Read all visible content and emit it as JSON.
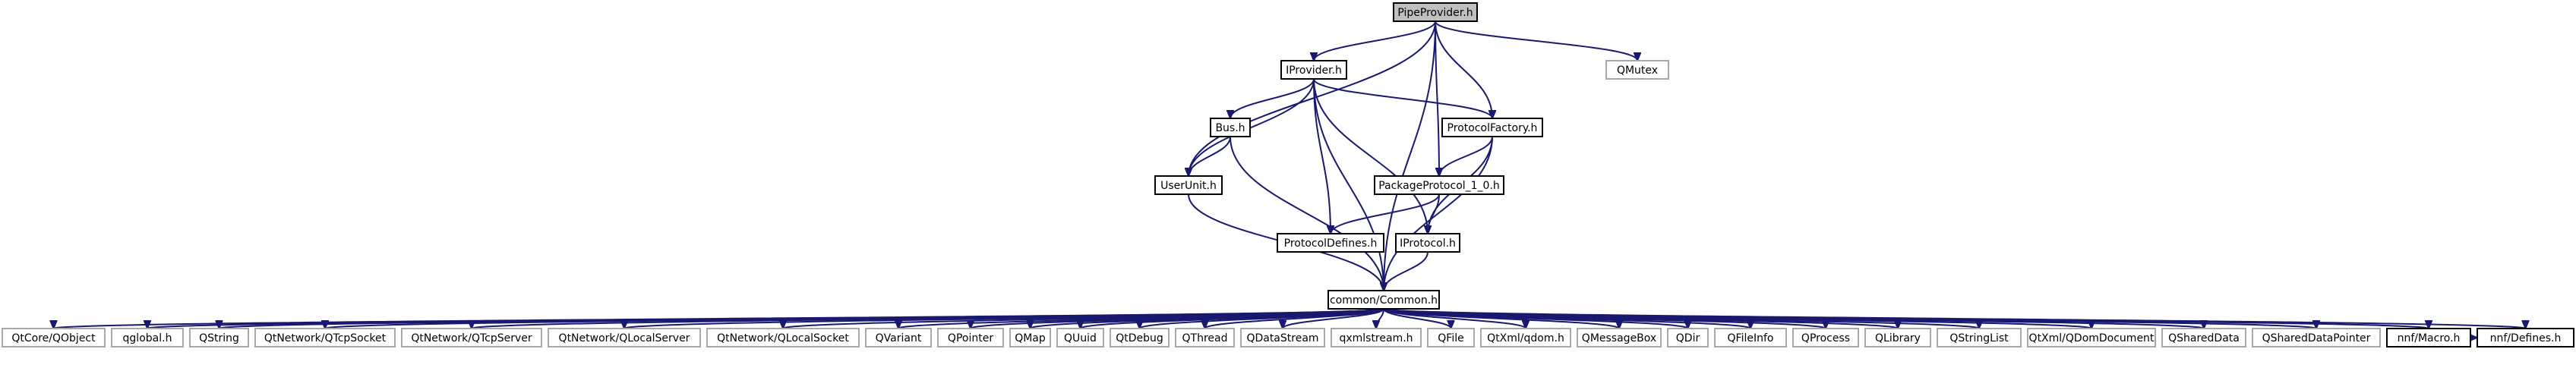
{
  "graph": {
    "edge_color": "#191970",
    "root_fill": "#bfbfbf",
    "external_border": "#a8a8a8",
    "nodes": [
      {
        "id": "pipeprovider",
        "label": "PipeProvider.h",
        "kind": "root"
      },
      {
        "id": "iprovider",
        "label": "IProvider.h",
        "kind": "documented"
      },
      {
        "id": "qmutex",
        "label": "QMutex",
        "kind": "external"
      },
      {
        "id": "bus",
        "label": "Bus.h",
        "kind": "documented"
      },
      {
        "id": "protocolfactory",
        "label": "ProtocolFactory.h",
        "kind": "documented"
      },
      {
        "id": "userunit",
        "label": "UserUnit.h",
        "kind": "documented"
      },
      {
        "id": "packageprotocol",
        "label": "PackageProtocol_1_0.h",
        "kind": "documented"
      },
      {
        "id": "protocoldefines",
        "label": "ProtocolDefines.h",
        "kind": "documented"
      },
      {
        "id": "iprotocol",
        "label": "IProtocol.h",
        "kind": "documented"
      },
      {
        "id": "common",
        "label": "common/Common.h",
        "kind": "documented"
      },
      {
        "id": "qcore_qobject",
        "label": "QtCore/QObject",
        "kind": "external"
      },
      {
        "id": "qglobal",
        "label": "qglobal.h",
        "kind": "external"
      },
      {
        "id": "qstring",
        "label": "QString",
        "kind": "external"
      },
      {
        "id": "qtcpsocket",
        "label": "QtNetwork/QTcpSocket",
        "kind": "external"
      },
      {
        "id": "qtcpserver",
        "label": "QtNetwork/QTcpServer",
        "kind": "external"
      },
      {
        "id": "qlocalserver",
        "label": "QtNetwork/QLocalServer",
        "kind": "external"
      },
      {
        "id": "qlocalsocket",
        "label": "QtNetwork/QLocalSocket",
        "kind": "external"
      },
      {
        "id": "qvariant",
        "label": "QVariant",
        "kind": "external"
      },
      {
        "id": "qpointer",
        "label": "QPointer",
        "kind": "external"
      },
      {
        "id": "qmap",
        "label": "QMap",
        "kind": "external"
      },
      {
        "id": "quuid",
        "label": "QUuid",
        "kind": "external"
      },
      {
        "id": "qtdebug",
        "label": "QtDebug",
        "kind": "external"
      },
      {
        "id": "qthread",
        "label": "QThread",
        "kind": "external"
      },
      {
        "id": "qdatastream",
        "label": "QDataStream",
        "kind": "external"
      },
      {
        "id": "qxmlstream",
        "label": "qxmlstream.h",
        "kind": "external"
      },
      {
        "id": "qfile",
        "label": "QFile",
        "kind": "external"
      },
      {
        "id": "qtxml_qdom",
        "label": "QtXml/qdom.h",
        "kind": "external"
      },
      {
        "id": "qmessagebox",
        "label": "QMessageBox",
        "kind": "external"
      },
      {
        "id": "qdir",
        "label": "QDir",
        "kind": "external"
      },
      {
        "id": "qfileinfo",
        "label": "QFileInfo",
        "kind": "external"
      },
      {
        "id": "qprocess",
        "label": "QProcess",
        "kind": "external"
      },
      {
        "id": "qlibrary",
        "label": "QLibrary",
        "kind": "external"
      },
      {
        "id": "qstringlist",
        "label": "QStringList",
        "kind": "external"
      },
      {
        "id": "qdomdocument",
        "label": "QtXml/QDomDocument",
        "kind": "external"
      },
      {
        "id": "qshareddata",
        "label": "QSharedData",
        "kind": "external"
      },
      {
        "id": "qshareddatapointer",
        "label": "QSharedDataPointer",
        "kind": "external"
      },
      {
        "id": "nnf_macro",
        "label": "nnf/Macro.h",
        "kind": "documented"
      },
      {
        "id": "nnf_defines",
        "label": "nnf/Defines.h",
        "kind": "documented"
      }
    ],
    "edges": [
      [
        "pipeprovider",
        "iprovider"
      ],
      [
        "pipeprovider",
        "qmutex"
      ],
      [
        "pipeprovider",
        "protocolfactory"
      ],
      [
        "pipeprovider",
        "userunit"
      ],
      [
        "pipeprovider",
        "packageprotocol"
      ],
      [
        "pipeprovider",
        "common"
      ],
      [
        "iprovider",
        "bus"
      ],
      [
        "iprovider",
        "protocolfactory"
      ],
      [
        "iprovider",
        "userunit"
      ],
      [
        "iprovider",
        "protocoldefines"
      ],
      [
        "iprovider",
        "iprotocol"
      ],
      [
        "iprovider",
        "common"
      ],
      [
        "bus",
        "userunit"
      ],
      [
        "bus",
        "common"
      ],
      [
        "protocolfactory",
        "packageprotocol"
      ],
      [
        "protocolfactory",
        "iprotocol"
      ],
      [
        "protocolfactory",
        "common"
      ],
      [
        "userunit",
        "common"
      ],
      [
        "packageprotocol",
        "protocoldefines"
      ],
      [
        "packageprotocol",
        "iprotocol"
      ],
      [
        "iprotocol",
        "common"
      ],
      [
        "common",
        "qcore_qobject"
      ],
      [
        "common",
        "qglobal"
      ],
      [
        "common",
        "qstring"
      ],
      [
        "common",
        "qtcpsocket"
      ],
      [
        "common",
        "qtcpserver"
      ],
      [
        "common",
        "qlocalserver"
      ],
      [
        "common",
        "qlocalsocket"
      ],
      [
        "common",
        "qvariant"
      ],
      [
        "common",
        "qpointer"
      ],
      [
        "common",
        "qmap"
      ],
      [
        "common",
        "quuid"
      ],
      [
        "common",
        "qtdebug"
      ],
      [
        "common",
        "qthread"
      ],
      [
        "common",
        "qdatastream"
      ],
      [
        "common",
        "qxmlstream"
      ],
      [
        "common",
        "qfile"
      ],
      [
        "common",
        "qtxml_qdom"
      ],
      [
        "common",
        "qmessagebox"
      ],
      [
        "common",
        "qdir"
      ],
      [
        "common",
        "qfileinfo"
      ],
      [
        "common",
        "qprocess"
      ],
      [
        "common",
        "qlibrary"
      ],
      [
        "common",
        "qstringlist"
      ],
      [
        "common",
        "qdomdocument"
      ],
      [
        "common",
        "qshareddata"
      ],
      [
        "common",
        "qshareddatapointer"
      ],
      [
        "common",
        "nnf_macro"
      ],
      [
        "common",
        "nnf_defines"
      ],
      [
        "nnf_macro",
        "nnf_defines"
      ]
    ]
  }
}
